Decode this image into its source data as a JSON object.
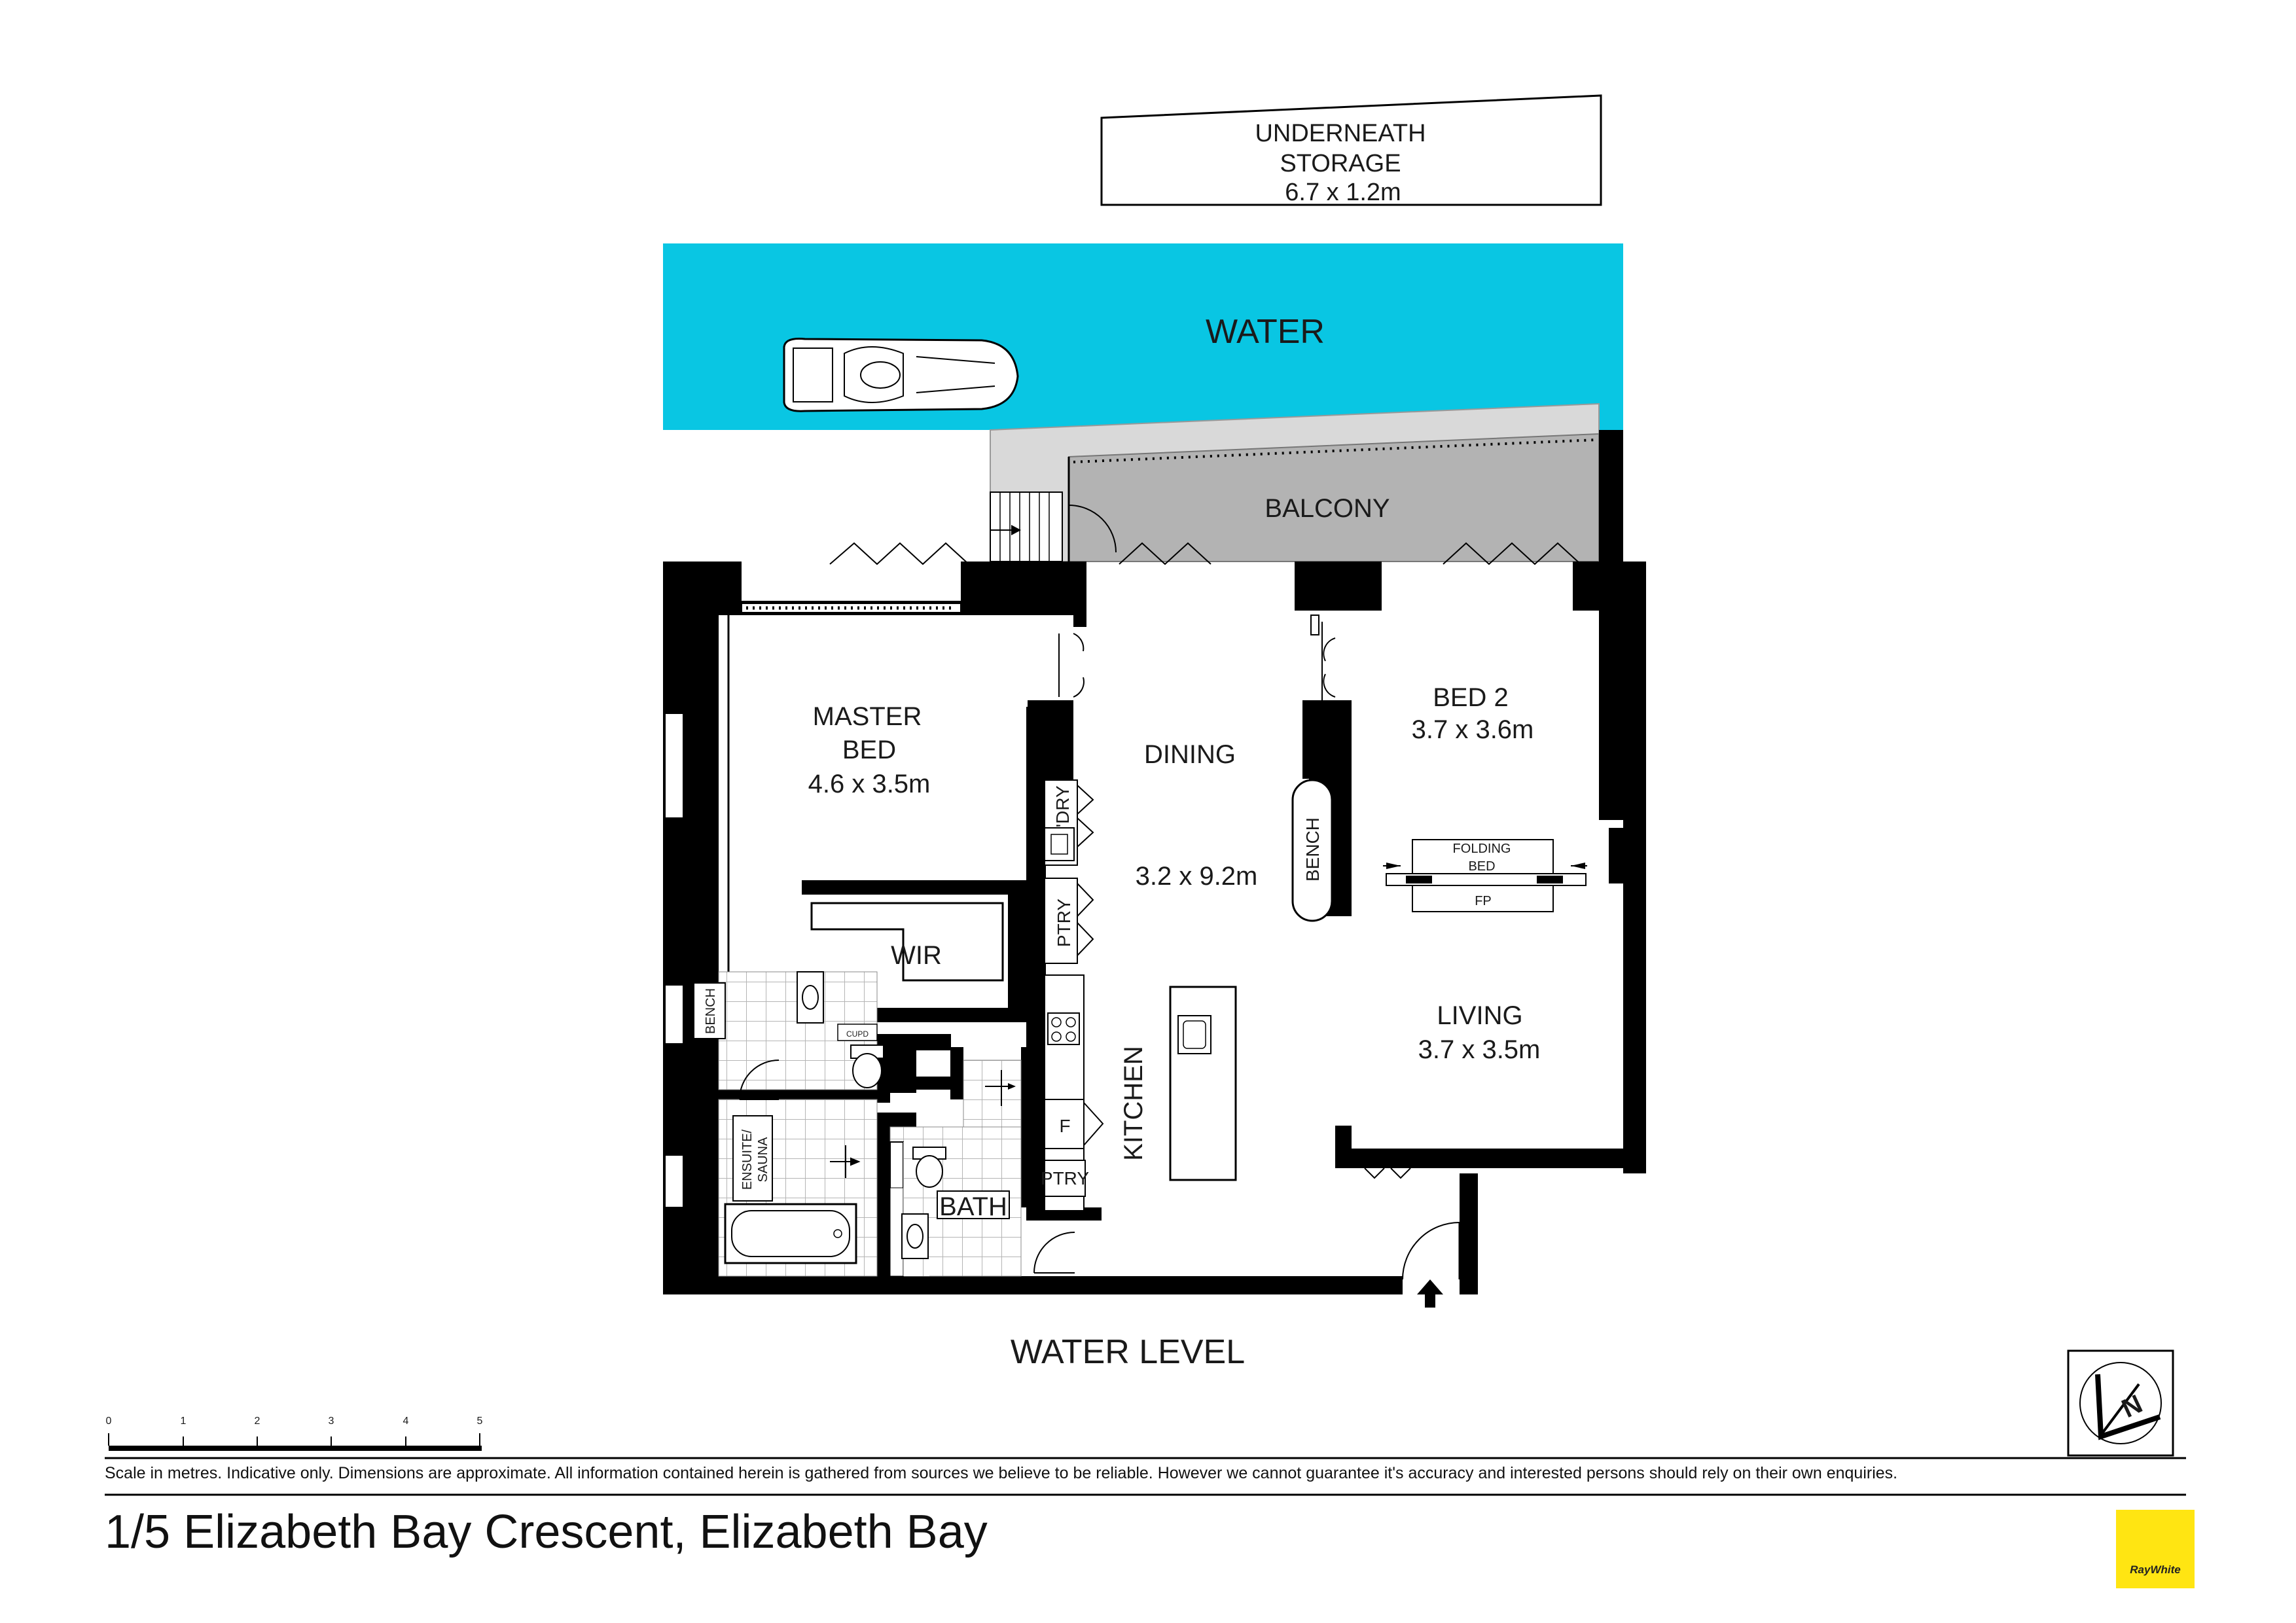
{
  "storage": {
    "line1": "UNDERNEATH",
    "line2": "STORAGE",
    "dims": "6.7 x 1.2m"
  },
  "water": {
    "label": "WATER",
    "color": "#09c6e3"
  },
  "balcony": {
    "label": "BALCONY"
  },
  "rooms": {
    "master_bed": {
      "name1": "MASTER",
      "name2": "BED",
      "dims": "4.6 x 3.5m"
    },
    "dining": {
      "name": "DINING",
      "dims": "3.2 x 9.2m"
    },
    "bed2": {
      "name": "BED 2",
      "dims": "3.7 x 3.6m"
    },
    "living": {
      "name": "LIVING",
      "dims": "3.7 x 3.5m"
    },
    "kitchen": {
      "name": "KITCHEN"
    },
    "wir": {
      "name": "WIR"
    },
    "bath": {
      "name": "BATH"
    },
    "ensuite": {
      "line1": "ENSUITE/",
      "line2": "SAUNA"
    },
    "laundry": {
      "name": "L'DRY"
    },
    "pantry_1": {
      "name": "PTRY"
    },
    "pantry_2": {
      "name": "PTRY"
    },
    "fridge": {
      "name": "F"
    },
    "bench_dining": {
      "name": "BENCH"
    },
    "bench_master": {
      "name": "BENCH"
    },
    "folding_bed": {
      "line1": "FOLDING",
      "line2": "BED"
    },
    "fireplace": {
      "name": "FP"
    },
    "cupboard": {
      "name": "CUPD"
    }
  },
  "water_level": "WATER LEVEL",
  "scale": {
    "ticks": [
      "0",
      "1",
      "2",
      "3",
      "4",
      "5"
    ]
  },
  "compass": {
    "letter": "N"
  },
  "disclaimer": "Scale in metres. Indicative only. Dimensions are approximate. All information contained herein is gathered from sources we believe to be reliable. However we cannot guarantee it's accuracy and interested persons should rely on their own enquiries.",
  "address": "1/5 Elizabeth Bay Crescent, Elizabeth Bay",
  "brand": {
    "name": "RayWhite",
    "color": "#ffe512"
  }
}
